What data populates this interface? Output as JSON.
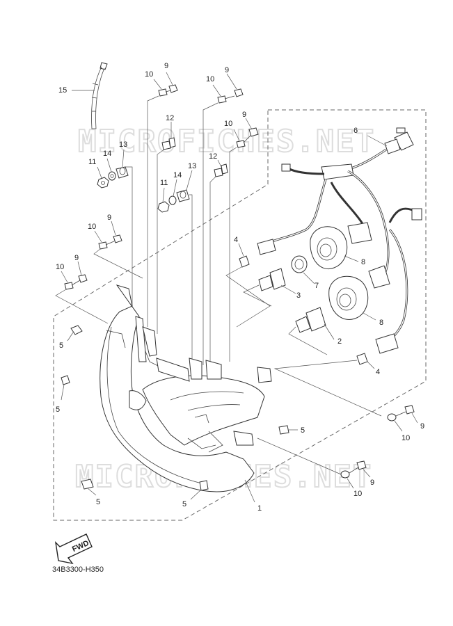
{
  "diagram": {
    "code": "34B3300-H350",
    "fwd_label": "FWD",
    "watermark": "MICROFICHES.NET",
    "callouts": [
      {
        "id": "c15",
        "text": "15"
      },
      {
        "id": "c10a",
        "text": "10"
      },
      {
        "id": "c9a",
        "text": "9"
      },
      {
        "id": "c10b",
        "text": "10"
      },
      {
        "id": "c9b",
        "text": "9"
      },
      {
        "id": "c12a",
        "text": "12"
      },
      {
        "id": "c9c",
        "text": "9"
      },
      {
        "id": "c10c",
        "text": "10"
      },
      {
        "id": "c6",
        "text": "6"
      },
      {
        "id": "c14a",
        "text": "14"
      },
      {
        "id": "c13a",
        "text": "13"
      },
      {
        "id": "c11a",
        "text": "11"
      },
      {
        "id": "c12b",
        "text": "12"
      },
      {
        "id": "c14b",
        "text": "14"
      },
      {
        "id": "c13b",
        "text": "13"
      },
      {
        "id": "c11b",
        "text": "11"
      },
      {
        "id": "c10d",
        "text": "10"
      },
      {
        "id": "c9d",
        "text": "9"
      },
      {
        "id": "c4a",
        "text": "4"
      },
      {
        "id": "c8a",
        "text": "8"
      },
      {
        "id": "c9e",
        "text": "9"
      },
      {
        "id": "c10e",
        "text": "10"
      },
      {
        "id": "c7",
        "text": "7"
      },
      {
        "id": "c3",
        "text": "3"
      },
      {
        "id": "c8b",
        "text": "8"
      },
      {
        "id": "c5a",
        "text": "5"
      },
      {
        "id": "c2",
        "text": "2"
      },
      {
        "id": "c4b",
        "text": "4"
      },
      {
        "id": "c5b",
        "text": "5"
      },
      {
        "id": "c9f",
        "text": "9"
      },
      {
        "id": "c10f",
        "text": "10"
      },
      {
        "id": "c5c",
        "text": "5"
      },
      {
        "id": "c9g",
        "text": "9"
      },
      {
        "id": "c10g",
        "text": "10"
      },
      {
        "id": "c5d",
        "text": "5"
      },
      {
        "id": "c5e",
        "text": "5"
      },
      {
        "id": "c1",
        "text": "1"
      }
    ]
  }
}
